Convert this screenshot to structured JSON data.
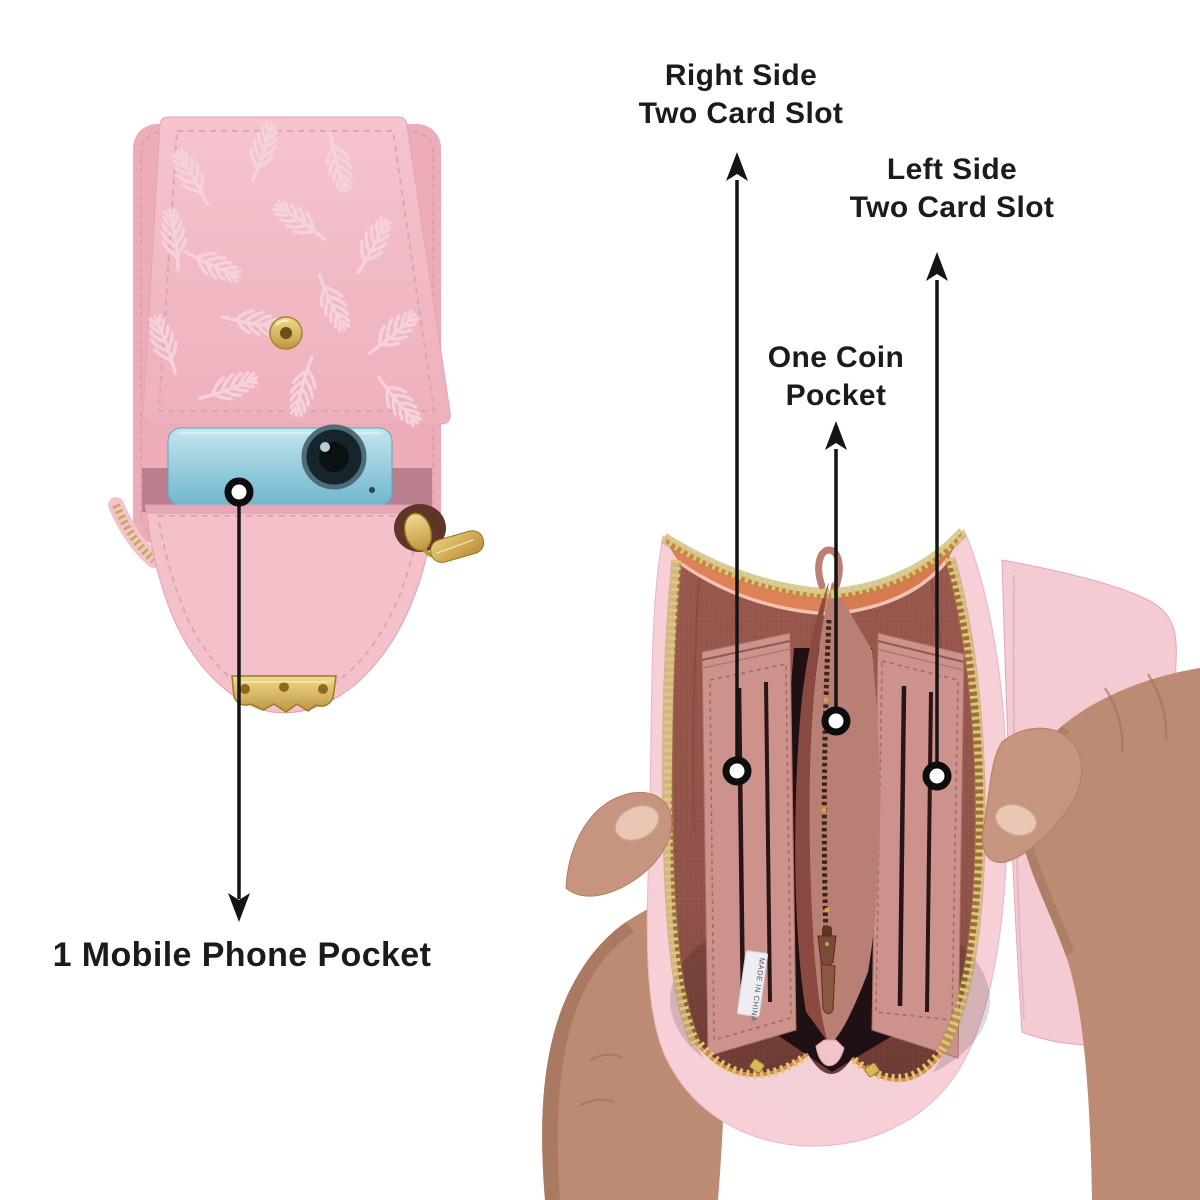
{
  "annotations": {
    "right_card_slot": {
      "line1": "Right Side",
      "line2": "Two Card Slot"
    },
    "left_card_slot": {
      "line1": "Left Side",
      "line2": "Two Card Slot"
    },
    "coin_pocket": {
      "line1": "One Coin",
      "line2": "Pocket"
    },
    "phone_pocket": {
      "text": "1 Mobile Phone Pocket"
    }
  },
  "wallet_tag": {
    "text": "MADE IN CHINA"
  },
  "colors": {
    "background": "#ffffff",
    "label_text": "#1b1b1b",
    "arrow": "#141414",
    "marker_ring": "#0d0d0d",
    "pouch_flap_pink": "#f3bcc6",
    "pouch_body_pink": "#ecacb8",
    "embroidery_pink": "#f4d2da",
    "phone_blue": "#8fc9db",
    "camera_dark": "#16242c",
    "hardware_gold": "#d9b950",
    "wallet_exterior_pink": "#f7d0d7",
    "wallet_interior_brick": "#91534a",
    "wallet_rim_orange": "#dd8157",
    "card_panel_pink": "#cc928b",
    "divider_rose": "#b97e74",
    "coin_cavity_dark": "#1e1013",
    "bottom_lining_pink": "#f3d0d5",
    "skin": "#bd8a73",
    "thumb_skin": "#c79480",
    "nail": "#e8c7b4",
    "tag_bg": "#eeedf1",
    "tag_text": "#55555e"
  }
}
